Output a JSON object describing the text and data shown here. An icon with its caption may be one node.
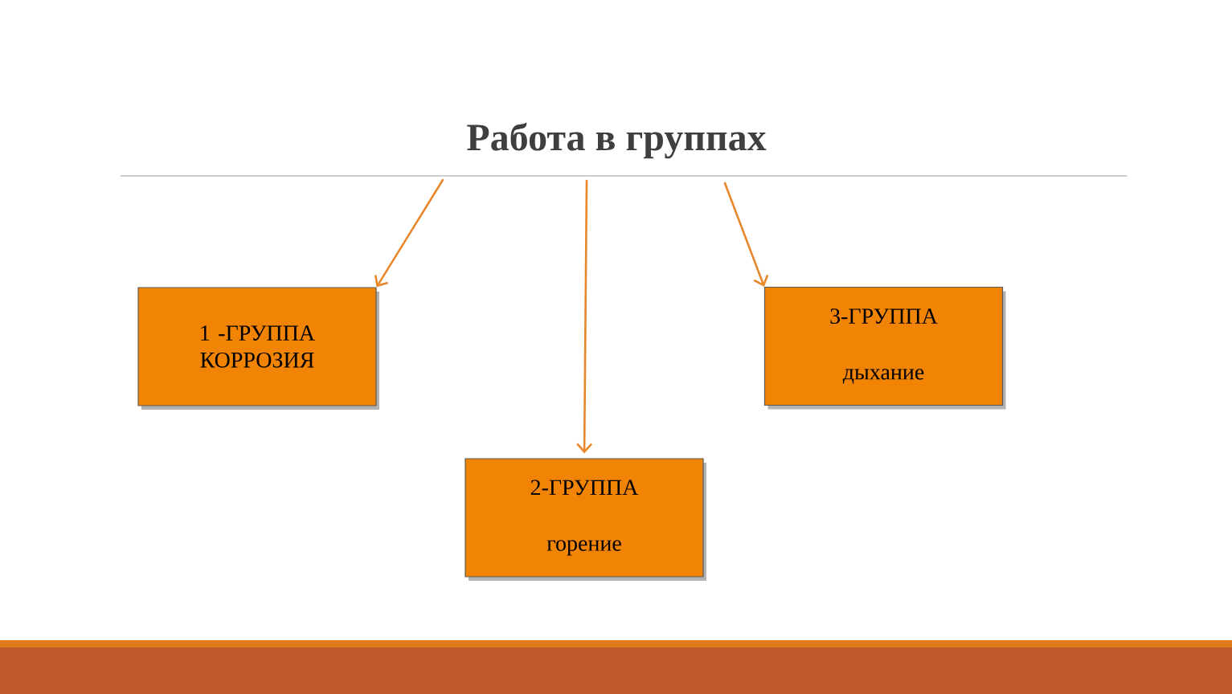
{
  "diagram": {
    "title": "Работа в группах",
    "nodes": [
      {
        "text": [
          "1 -ГРУППА КОРРОЗИЯ"
        ]
      },
      {
        "text": [
          "2-ГРУППА",
          "горение"
        ]
      },
      {
        "text": [
          "3-ГРУППА",
          "дыхание"
        ]
      }
    ],
    "edges": [
      {
        "from": null,
        "to": 0,
        "arrow": "to"
      },
      {
        "from": null,
        "to": 1,
        "arrow": "to"
      },
      {
        "from": null,
        "to": 2,
        "arrow": "to"
      }
    ]
  }
}
